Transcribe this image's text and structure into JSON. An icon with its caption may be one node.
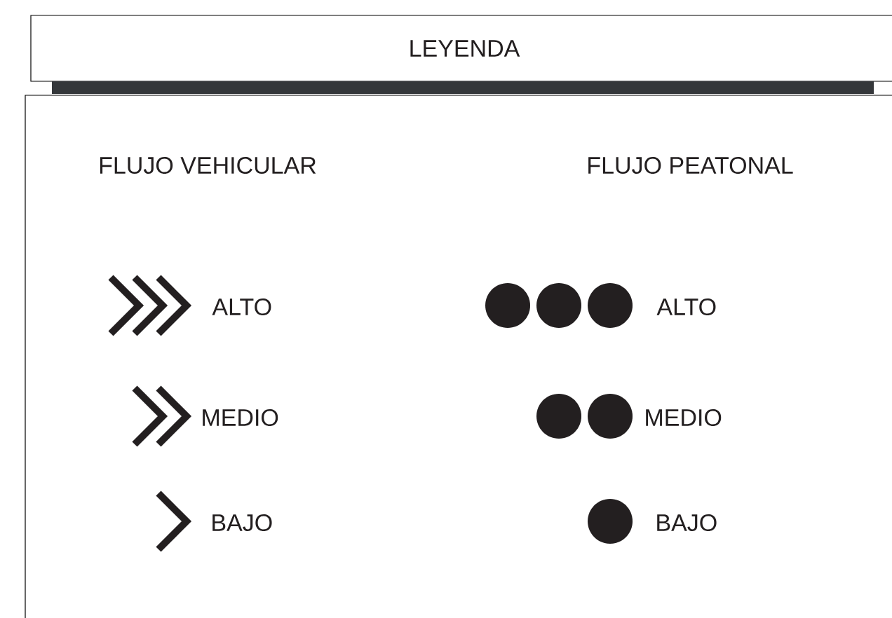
{
  "diagram": {
    "title": "LEYENDA",
    "labels": [
      "FLUJO VEHICULAR",
      "FLUJO PEATONAL"
    ],
    "legend": [
      {
        "text": "ALTO"
      },
      {
        "text": "ALTO"
      },
      {
        "text": "MEDIO"
      },
      {
        "text": "MEDIO"
      },
      {
        "text": "BAJO"
      },
      {
        "text": "BAJO"
      }
    ]
  }
}
